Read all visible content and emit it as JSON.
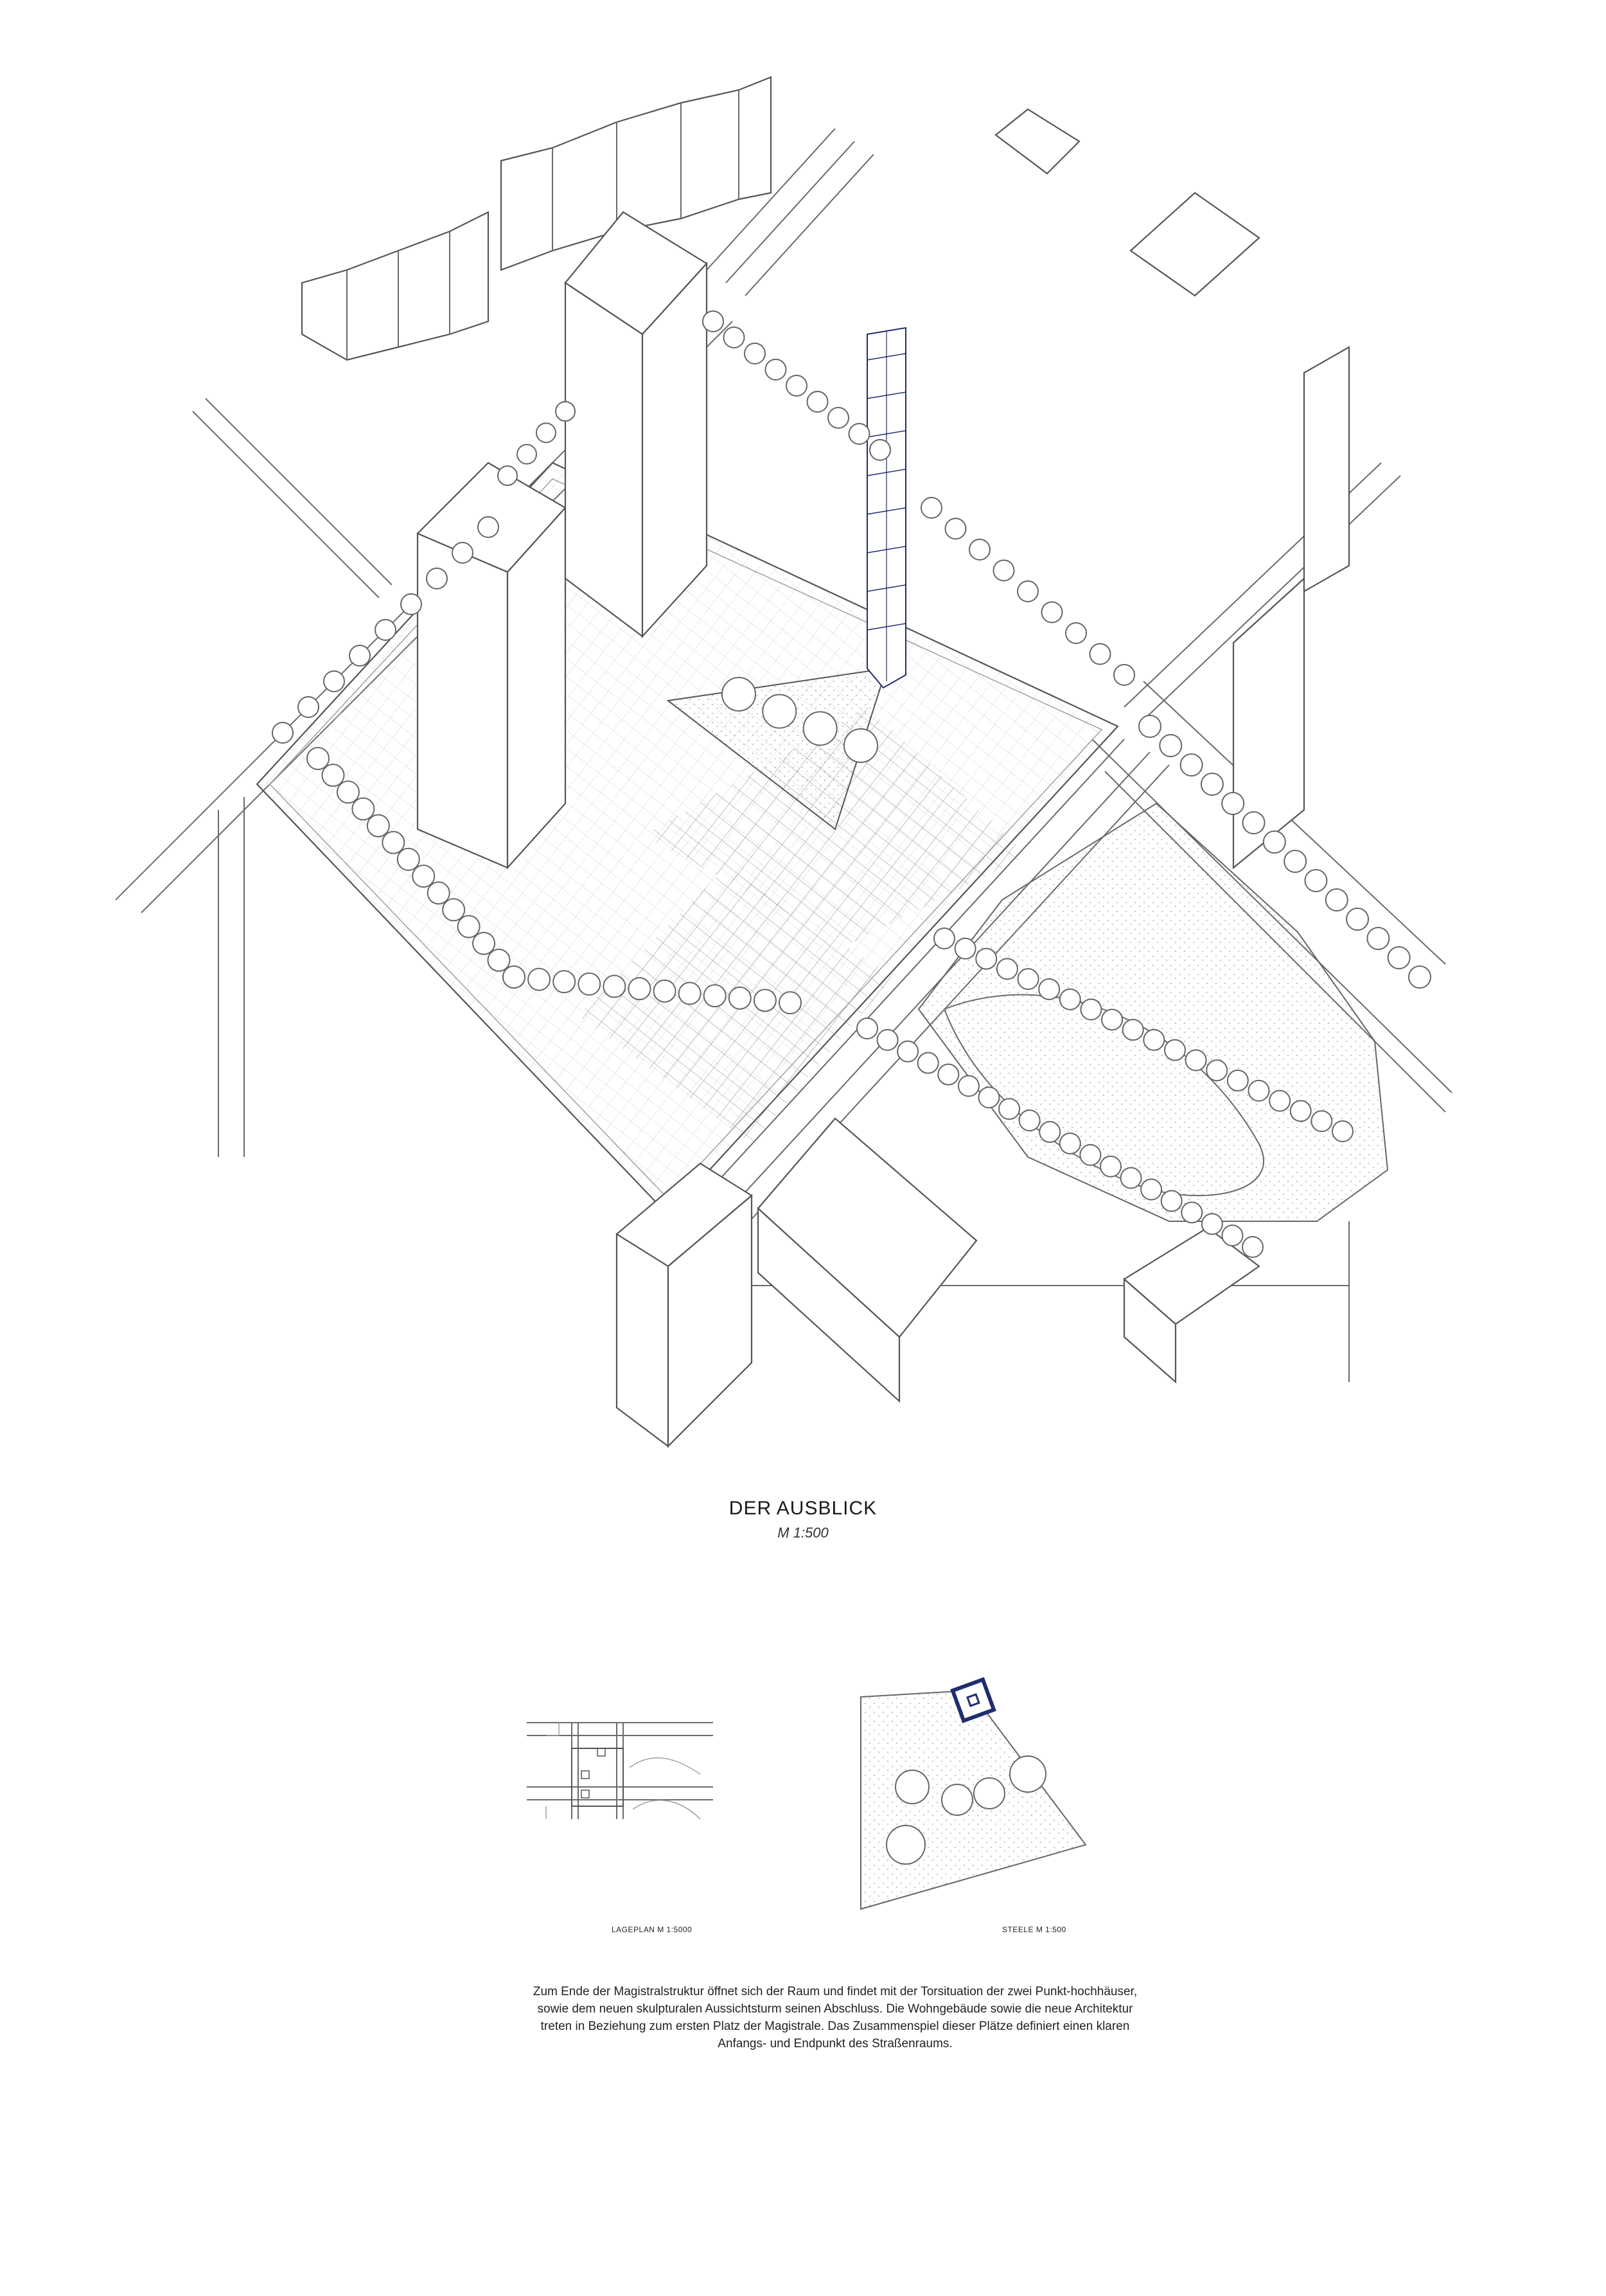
{
  "title": "DER AUSBLICK",
  "scale": "M 1:500",
  "captions": {
    "site_plan": "LAGEPLAN M 1:5000",
    "stele": "STEELE M 1:500"
  },
  "description": "Zum Ende der Magistralstruktur  öffnet sich der Raum und findet mit der Torsituation der zwei Punkt-hochhäuser, sowie dem neuen skulpturalen Aussichtsturm seinen Abschluss. Die Wohngebäude sowie die neue Architektur treten in Beziehung zum ersten Platz der Magistrale. Das Zusammenspiel dieser Plätze definiert einen klaren Anfangs- und Endpunkt des Straßenraums.",
  "colors": {
    "line": "#6a6a6a",
    "accent": "#1f2e6e"
  }
}
